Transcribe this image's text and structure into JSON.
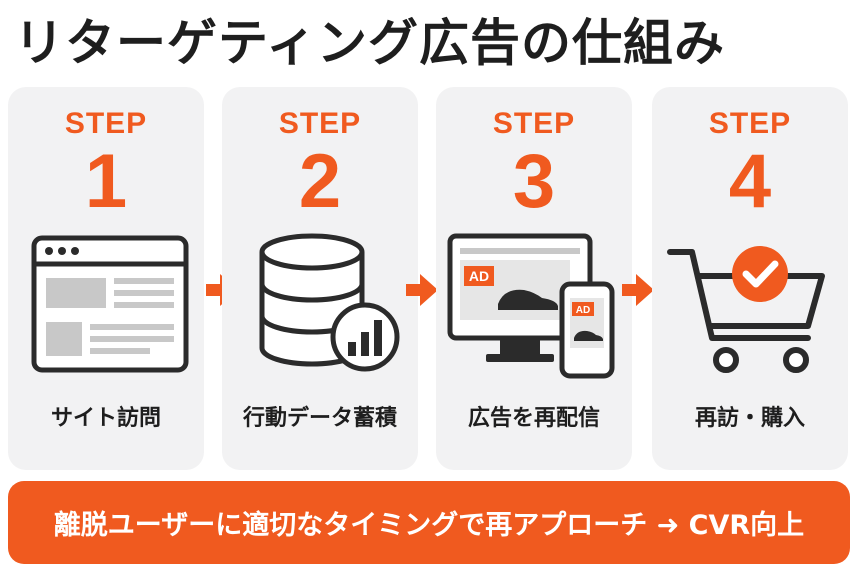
{
  "title": "リターゲティング広告の仕組み",
  "colors": {
    "accent": "#f05a1f",
    "ink": "#1e1e1e",
    "card_bg": "#f2f2f3"
  },
  "steps": [
    {
      "word": "STEP",
      "number": "1",
      "label": "サイト訪問",
      "icon": "browser-window-icon"
    },
    {
      "word": "STEP",
      "number": "2",
      "label": "行動データ蓄積",
      "icon": "database-chart-icon"
    },
    {
      "word": "STEP",
      "number": "3",
      "label": "広告を再配信",
      "icon": "monitor-phone-ad-icon",
      "ad_text": "AD"
    },
    {
      "word": "STEP",
      "number": "4",
      "label": "再訪・購入",
      "icon": "shopping-cart-check-icon"
    }
  ],
  "banner": {
    "text": "離脱ユーザーに適切なタイミングで再アプローチ ➜ CVR向上"
  }
}
